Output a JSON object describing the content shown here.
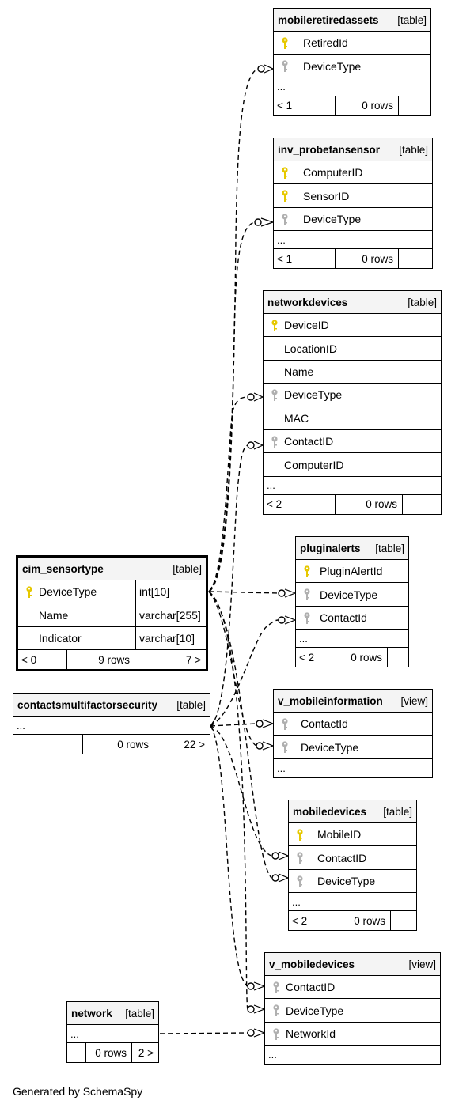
{
  "tables": {
    "mobileretiredassets": {
      "name": "mobileretiredassets",
      "kind": "[table]",
      "rows": [
        {
          "name": "RetiredId",
          "key": "primary-key-icon"
        },
        {
          "name": "DeviceType",
          "key": "foreign-key-icon"
        }
      ],
      "ellipsis": "...",
      "footer": {
        "parents": "< 1",
        "rows": "0 rows",
        "children": ""
      }
    },
    "inv_probefansensor": {
      "name": "inv_probefansensor",
      "kind": "[table]",
      "rows": [
        {
          "name": "ComputerID",
          "key": "primary-key-icon"
        },
        {
          "name": "SensorID",
          "key": "primary-key-icon"
        },
        {
          "name": "DeviceType",
          "key": "foreign-key-icon"
        }
      ],
      "ellipsis": "...",
      "footer": {
        "parents": "< 1",
        "rows": "0 rows",
        "children": ""
      }
    },
    "networkdevices": {
      "name": "networkdevices",
      "kind": "[table]",
      "rows": [
        {
          "name": "DeviceID",
          "key": "primary-key-icon"
        },
        {
          "name": "LocationID",
          "key": ""
        },
        {
          "name": "Name",
          "key": ""
        },
        {
          "name": "DeviceType",
          "key": "foreign-key-icon"
        },
        {
          "name": "MAC",
          "key": ""
        },
        {
          "name": "ContactID",
          "key": "foreign-key-icon"
        },
        {
          "name": "ComputerID",
          "key": ""
        }
      ],
      "ellipsis": "...",
      "footer": {
        "parents": "< 2",
        "rows": "0 rows",
        "children": ""
      }
    },
    "pluginalerts": {
      "name": "pluginalerts",
      "kind": "[table]",
      "rows": [
        {
          "name": "PluginAlertId",
          "key": "primary-key-icon"
        },
        {
          "name": "DeviceType",
          "key": "foreign-key-icon"
        },
        {
          "name": "ContactId",
          "key": "foreign-key-icon"
        }
      ],
      "ellipsis": "...",
      "footer": {
        "parents": "< 2",
        "rows": "0 rows",
        "children": ""
      }
    },
    "cim_sensortype": {
      "name": "cim_sensortype",
      "kind": "[table]",
      "rows": [
        {
          "name": "DeviceType",
          "type": "int[10]",
          "key": "primary-key-icon"
        },
        {
          "name": "Name",
          "type": "varchar[255]",
          "key": ""
        },
        {
          "name": "Indicator",
          "type": "varchar[10]",
          "key": ""
        }
      ],
      "footer": {
        "parents": "< 0",
        "rows": "9 rows",
        "children": "7 >"
      }
    },
    "contactsmultifactorsecurity": {
      "name": "contactsmultifactorsecurity",
      "kind": "[table]",
      "rows": [],
      "ellipsis": "...",
      "footer": {
        "parents": "",
        "rows": "0 rows",
        "children": "22 >"
      }
    },
    "v_mobileinformation": {
      "name": "v_mobileinformation",
      "kind": "[view]",
      "rows": [
        {
          "name": "ContactId",
          "key": "foreign-key-icon"
        },
        {
          "name": "DeviceType",
          "key": "foreign-key-icon"
        }
      ],
      "ellipsis": "..."
    },
    "mobiledevices": {
      "name": "mobiledevices",
      "kind": "[table]",
      "rows": [
        {
          "name": "MobileID",
          "key": "primary-key-icon"
        },
        {
          "name": "ContactID",
          "key": "foreign-key-icon"
        },
        {
          "name": "DeviceType",
          "key": "foreign-key-icon"
        }
      ],
      "ellipsis": "...",
      "footer": {
        "parents": "< 2",
        "rows": "0 rows",
        "children": ""
      }
    },
    "v_mobiledevices": {
      "name": "v_mobiledevices",
      "kind": "[view]",
      "rows": [
        {
          "name": "ContactID",
          "key": "foreign-key-icon"
        },
        {
          "name": "DeviceType",
          "key": "foreign-key-icon"
        },
        {
          "name": "NetworkId",
          "key": "foreign-key-icon"
        }
      ],
      "ellipsis": "..."
    },
    "network": {
      "name": "network",
      "kind": "[table]",
      "rows": [],
      "ellipsis": "...",
      "footer": {
        "parents": "",
        "rows": "0 rows",
        "children": "2 >"
      }
    }
  },
  "colors": {
    "primary_key": "#e6c800",
    "foreign_key": "#b0b0b0",
    "header_bg": "#f4f4f4"
  },
  "credit": "Generated by SchemaSpy"
}
